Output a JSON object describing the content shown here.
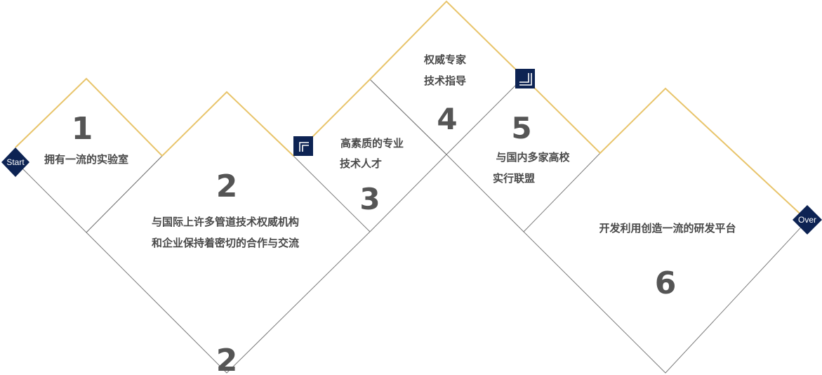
{
  "diagram": {
    "colors": {
      "gold": "#e8c46a",
      "gray_line": "#7a7a7a",
      "navy": "#0d2353",
      "text": "#4a4a4a",
      "number": "#555555"
    },
    "start_label": "Start",
    "over_label": "Over",
    "steps": [
      {
        "number": "1",
        "lines": [
          "拥有一流的实验室"
        ]
      },
      {
        "number": "2",
        "lines": [
          "与国际上许多管道技术权威机构",
          "和企业保持着密切的合作与交流"
        ]
      },
      {
        "number": "3",
        "lines": [
          "高素质的专业",
          "技术人才"
        ]
      },
      {
        "number": "4",
        "lines": [
          "权威专家",
          "技术指导"
        ]
      },
      {
        "number": "5",
        "lines": [
          "与国内多家高校",
          "实行联盟"
        ]
      },
      {
        "number": "6",
        "lines": [
          "开发利用创造一流的研发平台"
        ]
      }
    ]
  }
}
